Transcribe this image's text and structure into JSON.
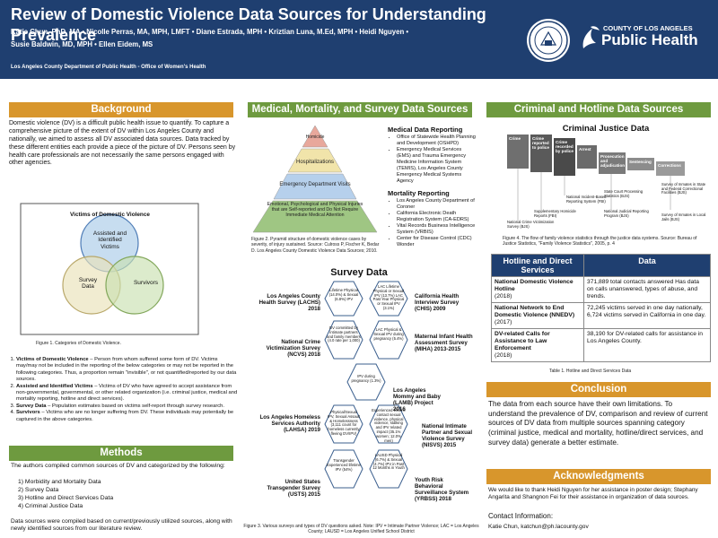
{
  "header": {
    "title": "Review of Domestic Violence Data Sources for Understanding Prevalence",
    "authors_line1": "Katie Chun, PhD, MA • Nicolle Perras, MA, MPH, LMFT • Diane Estrada, MPH • Kriztian Luna, M.Ed, MPH • Heidi Nguyen •",
    "authors_line2": "Susie Baldwin, MD, MPH • Ellen Eidem, MS",
    "affiliation": "Los Angeles County Department of Public Health - Office of Women's Health",
    "logo_county": "COUNTY OF LOS ANGELES",
    "logo_name": "Public Health"
  },
  "background": {
    "heading": "Background",
    "intro": "Domestic violence (DV) is a difficult public health issue to quantify. To capture a comprehensive picture of the extent of DV within Los Angeles County and nationally, we aimed to assess all DV associated data sources. Data tracked by these different entities each provide a piece of the picture of DV. Persons seen by health care professionals are not necessarily the same persons engaged with other agencies.",
    "venn_title": "Victims of Domestic Violence",
    "venn_top": "Assisted and Identified Victims",
    "venn_left": "Survey Data",
    "venn_right": "Survivors",
    "figure_caption": "Figure 1. Categories of Domestic Violence.",
    "defs": [
      {
        "term": "Victims of Domestic Violence",
        "text": " – Person from whom suffered some form of DV. Victims may/may not be included in the reporting of the below categories or may not be reported in the following categories. Thus, a proportion remain \"invisible\", or not quantified/reported by our data sources."
      },
      {
        "term": "Assisted and Identified Victims",
        "text": " – Victims of DV who have agreed to accept assistance from non-governmental, governmental, or other related organization (i.e. criminal justice, medical and mortality reporting, hotline and direct services)."
      },
      {
        "term": "Survey Data",
        "text": " – Population estimates based on victims self-report through survey research."
      },
      {
        "term": "Survivors",
        "text": " – Victims who are no longer suffering from DV. These individuals may potentially be captured in the above categories."
      }
    ]
  },
  "methods": {
    "heading": "Methods",
    "intro": "The authors compiled common sources of DV and categorized by the following:",
    "list": [
      "1) Morbidity and Mortality Data",
      "2) Survey Data",
      "3) Hotline and Direct Services Data",
      "4) Criminal Justice Data"
    ],
    "outro": "Data sources were compiled based on current/previously utilized sources, along with newly identified sources from our literature review."
  },
  "medical": {
    "heading": "Medical, Mortality, and Survey Data Sources",
    "pyramid": [
      "Homicide",
      "Hospitalizations",
      "Emergency Department Visits",
      "Emotional, Psychological and Physical Injuries that are Self-reported and Do Not Require Immediate Medical Attention"
    ],
    "caption": "Figure 2. Pyramid structure of domestic violence cases by severity, of injury sustained. Source: Culross P, Fischer K, Bedar D. Los Angeles County Domestic Violence Data Sources; 2010.",
    "med_head": "Medical Data Reporting",
    "med_list": [
      "Office of Statewide Health Planning and Development (OSHPD)",
      "Emergency Medical Services (EMS) and Trauma Emergency Medicine Information System (TEMIS), Los Angeles County Emergency Medical Systems Agency"
    ],
    "mort_head": "Mortality Reporting",
    "mort_list": [
      "Los Angeles County Department of Coroner",
      "California Electronic Death Registration System (CA-EDRS)",
      "Vital Records Business Intelligence System (VRBIS)",
      "Center for Disease Control (CDC) Wonder"
    ]
  },
  "survey": {
    "heading": "Survey Data",
    "labels": {
      "lachs": "Los Angeles County Health Survey (LACHS) 2018",
      "chis": "California Health Interview Survey (CHIS) 2009",
      "ncvs": "National Crime Victimization Survey (NCVS) 2018",
      "miha": "Maternal Infant Health Assessment Survey (MIHA) 2013-2015",
      "lamb": "Los Angeles Mommy and Baby (LAMB) Project 2016",
      "hsac": "Los Angeles Homeless Services Authority (LAHSA) 2019",
      "nisvs": "National Intimate Partner and Sexual Violence Survey (NISVS) 2015",
      "usts": "United States Transgender Survey (USTS) 2015",
      "yrbss": "Youth Risk Behavioral Surveillance System (YRBSS) 2018"
    },
    "hex": {
      "lachs": "Lifetime Physical (14.0%) & Sexual (6.8%) IPV",
      "chis": "LAC Lifetime Physical or Sexual IPV (13.7%) LAC Past Year Physical or Sexual IPV (3.1%)",
      "ncvs": "DV committed by intimate partners and family members (4.0 rate per 1,000)",
      "miha": "LAC Physical & Sexual IPV during pregnancy (5.4%)",
      "lamb": "IPV during pregnancy (1.3%)",
      "hsac": "Physical/Sexual IPV, Sexual Assault & Homelessness (3,111 count for homeless currently fleeing DV/IPV)",
      "nisvs": "Experienced lifetime contact sexual violence, physical violence, stalking and IPV related impact (35.1% women; 12.0% men)",
      "usts": "Transgender Experienced lifetime IPV (54%)",
      "yrbss": "LAUSD Physical (6.7%) & Sexual (4.7%) IPV in Past 12 Months in Youth"
    },
    "caption": "Figure 3. Various surveys and types of DV questions asked. Note: IPV = Intimate Partner Violence; LAC = Los Angeles County; LAUSD = Los Angeles Unified School District"
  },
  "criminal": {
    "heading": "Criminal and Hotline Data Sources",
    "cjd_title": "Criminal Justice Data",
    "stages": [
      "Crime",
      "Crime reported to police",
      "Crime recorded by police",
      "Arrest",
      "Prosecution and adjudication",
      "Sentencing",
      "Corrections"
    ],
    "sources": [
      "National Crime Victimization Survey (BJS)",
      "Supplementary Homicide Reports (FBI)",
      "National Incident-Based Reporting System (FBI)",
      "State Court Processing Statistics (BJS)",
      "National Judicial Reporting Program (BJS)",
      "Survey of Inmates in State and Federal Correctional Facilities (BJS)",
      "Survey of Inmates in Local Jails (BJS)"
    ],
    "caption": "Figure 4. The flow of family violence statistics through the justice data systems. Source: Bureau of Justice Statistics, \"Family Violence Statistics\", 2005, p. 4",
    "table": {
      "headers": [
        "Hotline and Direct Services",
        "Data"
      ],
      "rows": [
        {
          "name": "National Domestic Violence Hotline",
          "year": "(2018)",
          "data": "371,889 total contacts answered Has data on calls unanswered, types of abuse, and trends."
        },
        {
          "name": "National Network to End Domestic Violence (NNEDV)",
          "year": "(2017)",
          "data": "72,245 victims served in one day nationally, 6,724 victims served in California in one day."
        },
        {
          "name": "DV-related Calls for Assistance to Law Enforcement",
          "year": "(2018)",
          "data": "38,190 for DV-related calls for assistance in Los Angeles County."
        }
      ]
    },
    "table_caption": "Table 1. Hotline and Direct Services Data"
  },
  "conclusion": {
    "heading": "Conclusion",
    "text": "The data from each source have their own limitations. To understand the prevalence of DV, comparison and review of current sources of DV data from multiple sources spanning category (criminal justice, medical and mortality, hotline/direct services, and survey data) generate a better estimate."
  },
  "ack": {
    "heading": "Acknowledgments",
    "text": "We would like to thank Heidi Nguyen for her assistance in poster design; Stephany Angarita and Shangnon Fei for their assistance in organization of data sources.",
    "contact_head": "Contact Information:",
    "contact": "Katie Chun, katchun@ph.lacounty.gov"
  },
  "colors": {
    "navy": "#1f3f70",
    "green": "#6e9a3f",
    "orange": "#d8962c"
  }
}
